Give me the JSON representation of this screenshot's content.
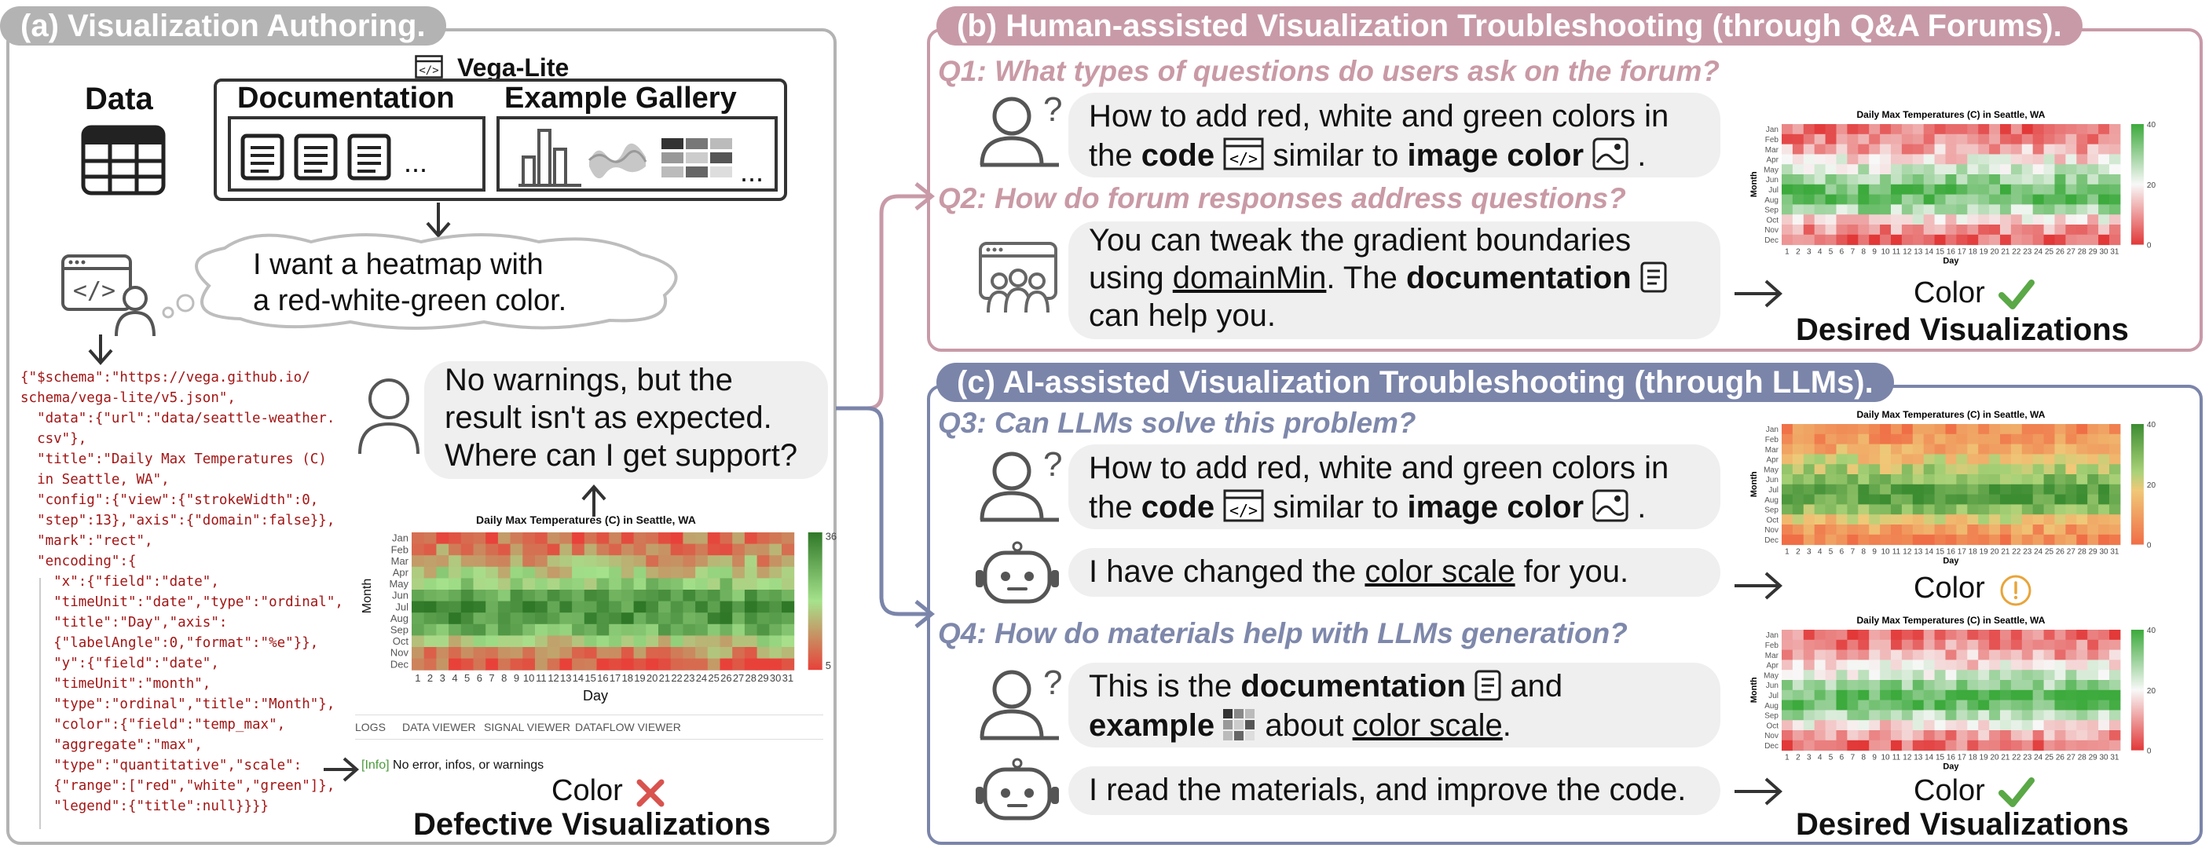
{
  "colors": {
    "panel_a": "#b3b3b3",
    "panel_b": "#c89aa8",
    "panel_c": "#7b85aa",
    "q_b": "#c99aa6",
    "q_c": "#7e88ab",
    "heat_red": "#e8413a",
    "heat_white": "#f7f7f7",
    "heat_green": "#2f8f2f",
    "check": "#5aa846",
    "cross": "#d9534f",
    "warn": "#e8a53a"
  },
  "panel_a": {
    "title": "(a) Visualization Authoring.",
    "data_label": "Data",
    "vegalite_label": "Vega-Lite",
    "documentation_label": "Documentation",
    "gallery_label": "Example Gallery",
    "ellipsis": "...",
    "thought_line1": "I want a heatmap with",
    "thought_line2": "a red-white-green color.",
    "bubble_line1": "No warnings, but the",
    "bubble_line2": "result isn't as expected.",
    "bubble_line3": "Where can I get support?",
    "chart_title": "Daily Max Temperatures (C) in Seattle, WA",
    "y_axis_title": "Month",
    "x_axis_title": "Day",
    "tabs": [
      "LOGS",
      "DATA VIEWER",
      "SIGNAL VIEWER",
      "DATAFLOW VIEWER"
    ],
    "log_tag": "[Info]",
    "log_text": "No error, infos, or warnings",
    "color_label": "Color",
    "result_label": "Defective Visualizations",
    "legend_max": "36",
    "legend_min": "5",
    "code": [
      "{\"$schema\":\"https://vega.github.io/",
      "schema/vega-lite/v5.json\",",
      "  \"data\":{\"url\":\"data/seattle-weather.",
      "  csv\"},",
      "  \"title\":\"Daily Max Temperatures (C)",
      "  in Seattle, WA\",",
      "  \"config\":{\"view\":{\"strokeWidth\":0,",
      "  \"step\":13},\"axis\":{\"domain\":false}},",
      "  \"mark\":\"rect\",",
      "  \"encoding\":{",
      "    \"x\":{\"field\":\"date\",",
      "    \"timeUnit\":\"date\",\"type\":\"ordinal\",",
      "    \"title\":\"Day\",\"axis\":",
      "    {\"labelAngle\":0,\"format\":\"%e\"}},",
      "    \"y\":{\"field\":\"date\",",
      "    \"timeUnit\":\"month\",",
      "    \"type\":\"ordinal\",\"title\":\"Month\"},",
      "    \"color\":{\"field\":\"temp_max\",",
      "    \"aggregate\":\"max\",",
      "    \"type\":\"quantitative\",\"scale\":",
      "    {\"range\":[\"red\",\"white\",\"green\"]},",
      "    \"legend\":{\"title\":null}}}}"
    ]
  },
  "panel_b": {
    "title": "(b) Human-assisted Visualization Troubleshooting (through Q&A Forums).",
    "q1": "Q1: What types of questions do users ask on the forum?",
    "q1_line1": "How to add red, white and green colors in",
    "q1_the": "the",
    "q1_code": "code",
    "q1_similar": "similar to",
    "q1_image_color": "image color",
    "q1_period": ".",
    "q2": "Q2: How do forum responses address questions?",
    "a_line1": "You can tweak the gradient boundaries",
    "a_using": "using",
    "a_domainmin": "domainMin",
    "a_the": ". The",
    "a_documentation": "documentation",
    "a_line3": "can help you.",
    "color_label": "Color",
    "result_label": "Desired Visualizations",
    "legend_max": "40",
    "legend_mid": "20",
    "legend_min": "0"
  },
  "panel_c": {
    "title": "(c) AI-assisted Visualization Troubleshooting (through LLMs).",
    "q3": "Q3: Can LLMs solve this problem?",
    "q3_line1": "How to add red, white and green colors in",
    "q3_the": "the",
    "q3_code": "code",
    "q3_similar": "similar to",
    "q3_image_color": "image color",
    "q3_period": ".",
    "bot1_pre": "I have changed the",
    "bot1_link": "color scale",
    "bot1_post": "for you.",
    "color_label_warn": "Color",
    "q4": "Q4: How do materials help with LLMs generation?",
    "q4_this": "This is the",
    "q4_documentation": "documentation",
    "q4_and": "and",
    "q4_example": "example",
    "q4_about": "about",
    "q4_color_scale": "color scale",
    "q4_period": ".",
    "bot2": "I read the materials, and improve the code.",
    "color_label": "Color",
    "result_label": "Desired Visualizations",
    "legend_max": "40",
    "legend_mid": "20",
    "legend_min": "0"
  },
  "heatmap_common": {
    "chart_title": "Daily Max Temperatures (C) in Seattle, WA",
    "y_axis_title": "Month",
    "x_axis_title": "Day",
    "months": [
      "Jan",
      "Feb",
      "Mar",
      "Apr",
      "May",
      "Jun",
      "Jul",
      "Aug",
      "Sep",
      "Oct",
      "Nov",
      "Dec"
    ],
    "days": [
      "1",
      "2",
      "3",
      "4",
      "5",
      "6",
      "7",
      "8",
      "9",
      "10",
      "11",
      "12",
      "13",
      "14",
      "15",
      "16",
      "17",
      "18",
      "19",
      "20",
      "21",
      "22",
      "23",
      "24",
      "25",
      "26",
      "27",
      "28",
      "29",
      "30",
      "31"
    ]
  }
}
